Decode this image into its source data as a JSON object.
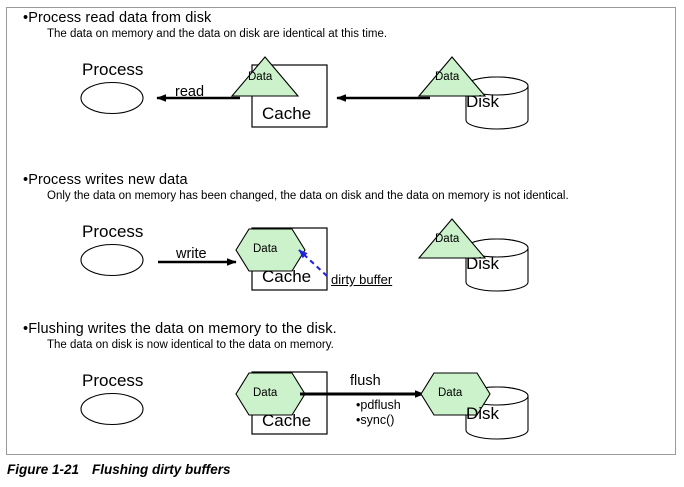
{
  "figure": {
    "caption_number": "Figure 1-21",
    "caption_title": "Flushing dirty buffers"
  },
  "colors": {
    "data_fill": "#cbf2cb",
    "shape_stroke": "#000000",
    "dirty_arrow": "#2222dd",
    "frame_border": "#9a9a9e",
    "background": "#ffffff"
  },
  "sections": [
    {
      "id": "read",
      "heading": "Process read data from disk",
      "subtext": "The data on memory and the data on disk are identical at this time.",
      "process_label": "Process",
      "cache_label": "Cache",
      "cache_data_label": "Data",
      "cache_data_shape": "triangle",
      "disk_label": "Disk",
      "disk_data_label": "Data",
      "disk_data_shape": "triangle",
      "arrow_label": "read",
      "arrow_direction": "left"
    },
    {
      "id": "write",
      "heading": "Process writes new data",
      "subtext": "Only the data on memory has been changed, the data on disk and the data on memory is not identical.",
      "process_label": "Process",
      "cache_label": "Cache",
      "cache_data_label": "Data",
      "cache_data_shape": "hexagon",
      "disk_label": "Disk",
      "disk_data_label": "Data",
      "disk_data_shape": "triangle",
      "arrow_label": "write",
      "arrow_direction": "right",
      "dirty_buffer_label": "dirty buffer"
    },
    {
      "id": "flush",
      "heading": "Flushing writes the data on memory to the disk.",
      "subtext": "The data on disk is now identical to the data on memory.",
      "process_label": "Process",
      "cache_label": "Cache",
      "cache_data_label": "Data",
      "cache_data_shape": "hexagon",
      "disk_label": "Disk",
      "disk_data_label": "Data",
      "disk_data_shape": "hexagon",
      "arrow_label": "flush",
      "arrow_direction": "right",
      "mechanisms": [
        "•pdflush",
        "•sync()"
      ]
    }
  ]
}
